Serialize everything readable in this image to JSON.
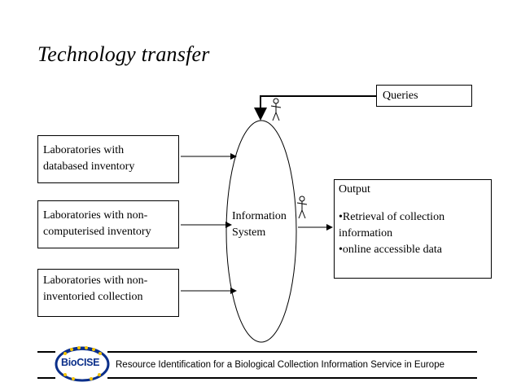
{
  "title": "Technology transfer",
  "labs": [
    {
      "lines": [
        "Laboratories with",
        "databased inventory"
      ]
    },
    {
      "lines": [
        "Laboratories with non-",
        "computerised inventory"
      ]
    },
    {
      "lines": [
        "Laboratories with non-",
        "inventoried collection"
      ]
    }
  ],
  "info_system": {
    "lines": [
      "Information",
      "System"
    ]
  },
  "queries": "Queries",
  "output": {
    "heading": "Output",
    "items": [
      "•Retrieval of collection",
      "information",
      "•online accessible data"
    ]
  },
  "footer": {
    "logo_text": "BioCISE",
    "caption": "Resource Identification for a Biological Collection Information Service in Europe"
  },
  "colors": {
    "logo_blue": "#0b2f8a",
    "logo_stars": "#f2c200"
  },
  "icons": [
    "stick-figure-icon",
    "stick-figure-icon"
  ]
}
